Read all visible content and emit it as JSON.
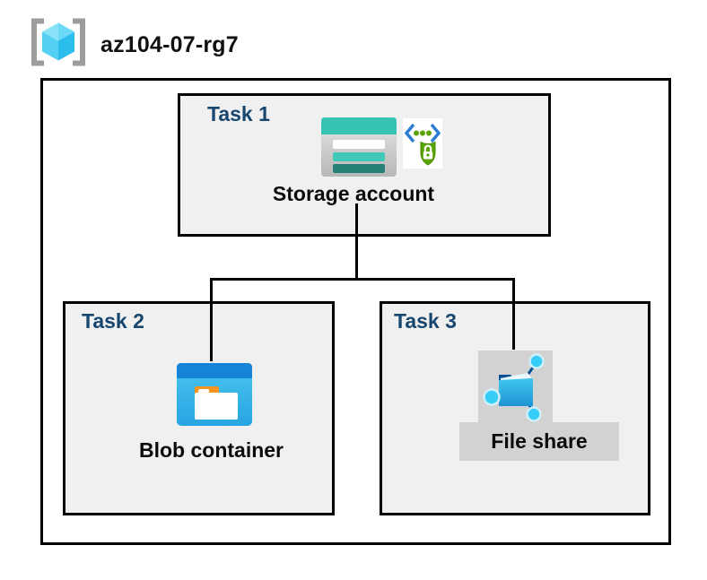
{
  "resource_group": {
    "title": "az104-07-rg7",
    "icon": "resource-group-icon"
  },
  "tasks": [
    {
      "task_label": "Task 1",
      "resource_label": "Storage account",
      "icons": [
        "storage-account-icon",
        "secure-access-badge-icon"
      ]
    },
    {
      "task_label": "Task 2",
      "resource_label": "Blob container",
      "icons": [
        "blob-container-icon"
      ]
    },
    {
      "task_label": "Task 3",
      "resource_label": "File share",
      "icons": [
        "file-share-icon"
      ]
    }
  ],
  "connections": [
    {
      "from": "Storage account",
      "to": "Blob container"
    },
    {
      "from": "Storage account",
      "to": "File share"
    }
  ],
  "colors": {
    "background": "#ffffff",
    "box_fill": "#f0f0f0",
    "box_border": "#000000",
    "task_label_blue": "#17466e",
    "text_black": "#0b0b0b",
    "icon_gray_panel": "#d2d2d2",
    "rg_bracket_gray": "#9d9d9d",
    "rg_cube_cyan": "#55cff3",
    "storage_teal": "#36c4b3",
    "storage_teal_dark": "#258076",
    "badge_chevron_blue": "#2d7ed3",
    "badge_dot_green": "#5aa300",
    "shield_green": "#57a300",
    "blob_header_blue": "#1583d8",
    "blob_body_cyan": "#39bcec",
    "blob_tab_orange": "#f7941d",
    "fileshare_navy": "#0b4f96",
    "fileshare_node_cyan": "#36cdf7"
  }
}
